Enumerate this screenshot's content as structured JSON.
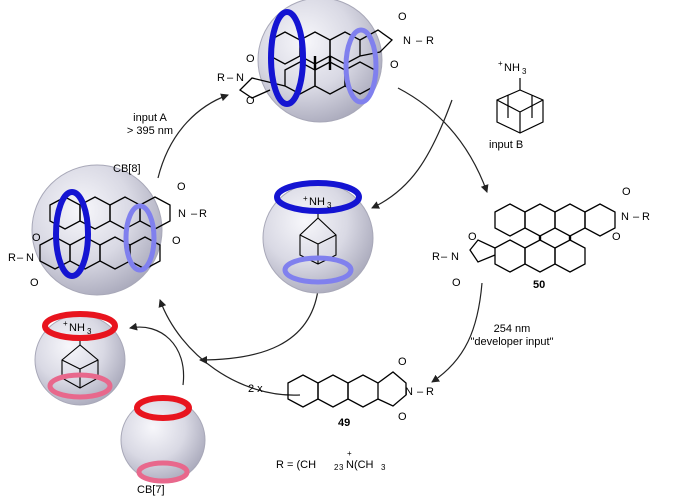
{
  "labels": {
    "input_a_line1": "input A",
    "input_a_line2": "> 395 nm",
    "cb8": "CB[8]",
    "input_b": "input B",
    "cb7": "CB[7]",
    "compound_50": "50",
    "compound_49": "49",
    "uv_line1": "254 nm",
    "uv_line2": "\"developer input\"",
    "two_x": "2 x",
    "r_definition_prefix": "R = (CH",
    "r_definition_suffix": "N(CH"
  },
  "chem": {
    "nh3": "NH",
    "sub3": "3",
    "sub2": "2",
    "plus": "+",
    "r_label": "R",
    "n_label": "N",
    "o_label": "O",
    "dash": "–"
  },
  "colors": {
    "blue_ring": "#1414d2",
    "light_blue_ring": "#7b7bf0",
    "red_ring": "#e8141e",
    "pink_ring": "#e8688c",
    "sphere_fill": "#d6d6e2",
    "sphere_edge": "#a8a8b8",
    "arrow": "#222222"
  }
}
